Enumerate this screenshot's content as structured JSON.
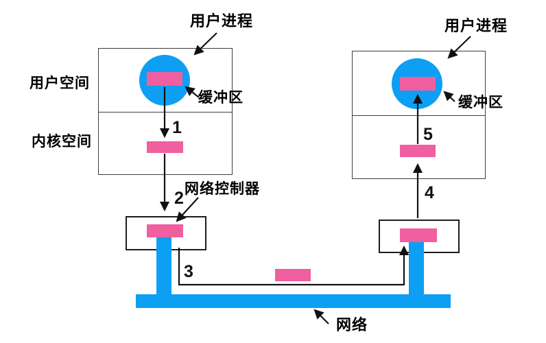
{
  "labels": {
    "user_process_left": "用户进程",
    "user_process_right": "用户进程",
    "user_space": "用户空间",
    "kernel_space": "内核空间",
    "buffer_left": "缓冲区",
    "buffer_right": "缓冲区",
    "network_controller": "网络控制器",
    "network": "网络"
  },
  "steps": {
    "step1": "1",
    "step2": "2",
    "step3": "3",
    "step4": "4",
    "step5": "5"
  },
  "colors": {
    "process_blue": "#0d9ff3",
    "buffer_pink": "#f05f9f",
    "line_black": "#111111",
    "background": "#ffffff"
  }
}
